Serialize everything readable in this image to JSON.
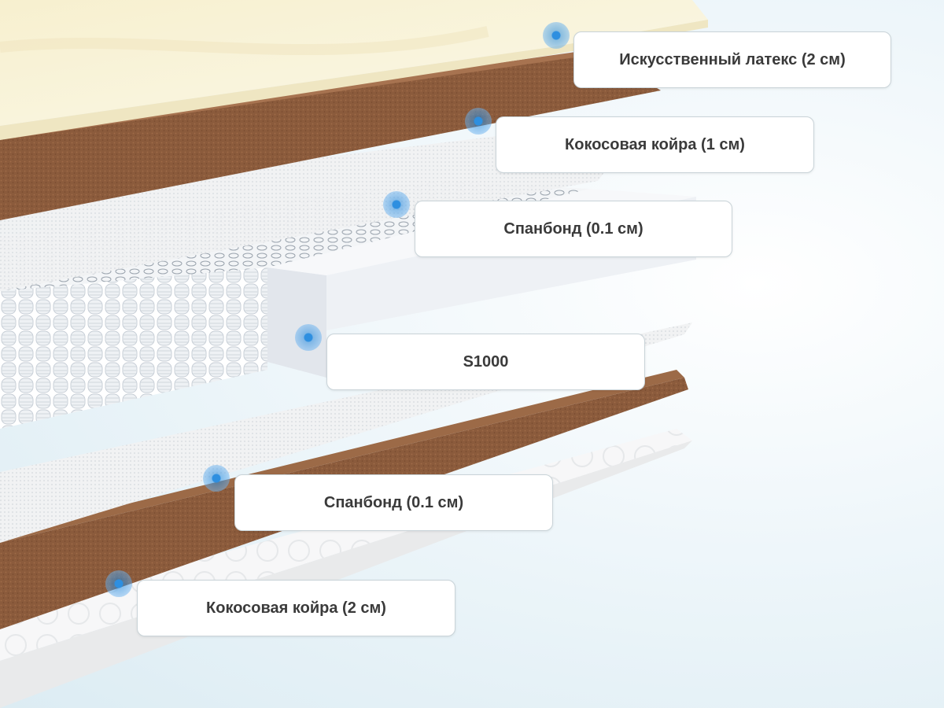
{
  "layers": [
    {
      "id": "latex",
      "label": "Искусственный латекс (2 см)"
    },
    {
      "id": "coir-1",
      "label": "Кокосовая койра (1 см)"
    },
    {
      "id": "spunbond-1",
      "label": "Спанбонд (0.1 см)"
    },
    {
      "id": "springs",
      "label": "S1000"
    },
    {
      "id": "spunbond-2",
      "label": "Спанбонд (0.1 см)"
    },
    {
      "id": "coir-2",
      "label": "Кокосовая койра (2 см)"
    }
  ],
  "colors": {
    "latex": "#f6f1d6",
    "coir": "#8a5a3b",
    "spunbond": "#f2f3f4",
    "spring": "#e4e9ee",
    "marker": "#2e8fe0"
  }
}
